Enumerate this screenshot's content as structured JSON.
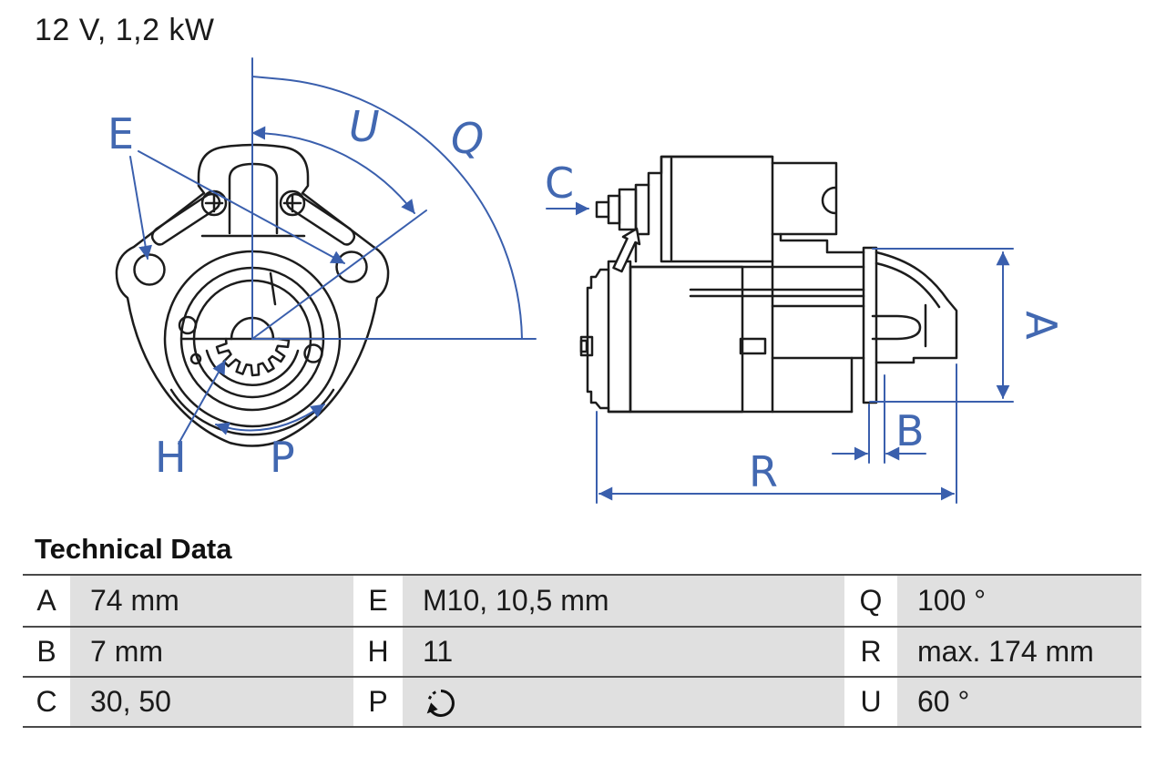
{
  "page": {
    "title": "12 V, 1,2 kW"
  },
  "colors": {
    "accent_blue": "#3a5fad",
    "label_blue": "#4268b1",
    "line_black": "#1c1c1c",
    "table_fill": "#e0e0e0",
    "table_line": "#4a4a4a",
    "text": "#1a1a1a"
  },
  "drawing": {
    "front_view": {
      "description": "starter motor front view with angle dimensions",
      "labels": {
        "E": "E",
        "U": "U",
        "Q": "Q",
        "H": "H",
        "P": "P"
      }
    },
    "side_view": {
      "description": "starter motor side view with length dimensions",
      "labels": {
        "C": "C",
        "A": "A",
        "B": "B",
        "R": "R"
      }
    }
  },
  "table": {
    "heading": "Technical Data",
    "rows": [
      [
        {
          "label": "A",
          "value": "74 mm"
        },
        {
          "label": "E",
          "value": "M10, 10,5 mm"
        },
        {
          "label": "Q",
          "value": "100 °"
        }
      ],
      [
        {
          "label": "B",
          "value": "7 mm"
        },
        {
          "label": "H",
          "value": "11"
        },
        {
          "label": "R",
          "value": "max. 174 mm"
        }
      ],
      [
        {
          "label": "C",
          "value": "30, 50"
        },
        {
          "label": "P",
          "value": "",
          "icon": "rotation-direction-icon"
        },
        {
          "label": "U",
          "value": "60 °"
        }
      ]
    ]
  }
}
